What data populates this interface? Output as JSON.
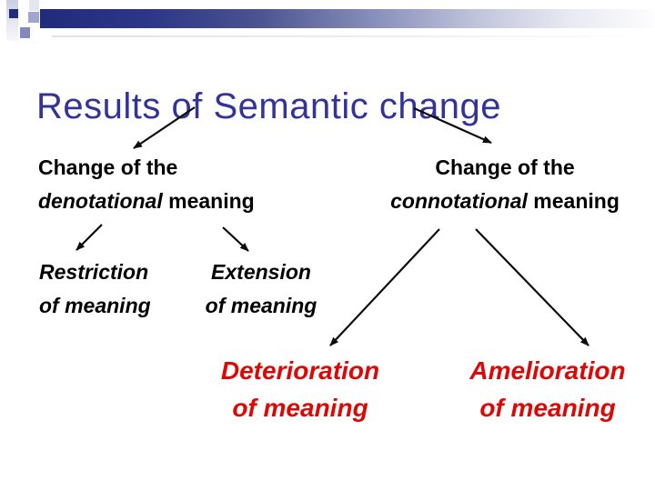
{
  "theme": {
    "background": "#ffffff",
    "title_color": "#333399",
    "node_text_color": "#000000",
    "highlight_text_color": "#dd0806",
    "edge_color": "#0d0d0d",
    "header_bar_start": "#202b7c",
    "header_bar_end": "#ffffff",
    "decoration_squares": [
      "#232c7c",
      "#e4e6f0",
      "#9fa6cf",
      "#8289c0"
    ]
  },
  "title": {
    "text": "Results of Semantic change"
  },
  "tree": {
    "root": "Results of Semantic change",
    "nodes": {
      "denotational": {
        "line1": "Change of the",
        "line2_italic": "denotational",
        "line2_rest": " meaning"
      },
      "connotational": {
        "line1": "Change of the",
        "line2_italic": "connotational",
        "line2_rest": " meaning"
      },
      "restriction": {
        "line1": "Restriction",
        "line2": "of meaning"
      },
      "extension": {
        "line1": "Extension",
        "line2": "of meaning"
      },
      "deterioration": {
        "line1": "Deterioration",
        "line2": "of meaning"
      },
      "amelioration": {
        "line1": "Amelioration",
        "line2": "of meaning"
      }
    },
    "edges": [
      {
        "from": "title",
        "to": "denotational"
      },
      {
        "from": "title",
        "to": "connotational"
      },
      {
        "from": "denotational",
        "to": "restriction"
      },
      {
        "from": "denotational",
        "to": "extension"
      },
      {
        "from": "connotational",
        "to": "deterioration"
      },
      {
        "from": "connotational",
        "to": "amelioration"
      }
    ]
  }
}
